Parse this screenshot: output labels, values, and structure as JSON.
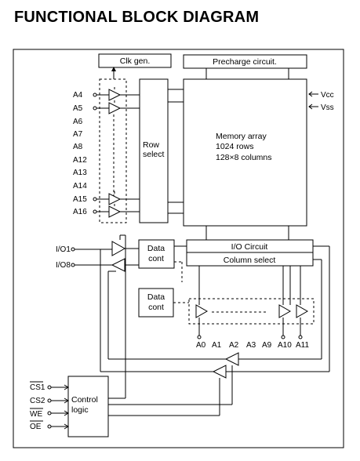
{
  "title": "FUNCTIONAL BLOCK DIAGRAM",
  "blocks": {
    "clk_gen": "Clk gen.",
    "precharge": "Precharge circuit.",
    "row_select": [
      "Row",
      "select"
    ],
    "memory_array": [
      "Memory array",
      "1024 rows",
      "128×8 columns"
    ],
    "io_circuit": "I/O Circuit",
    "column_select": "Column select",
    "data_cont_top": [
      "Data",
      "cont"
    ],
    "data_cont_bottom": [
      "Data",
      "cont"
    ],
    "control_logic": [
      "Control",
      "logic"
    ]
  },
  "supply": {
    "vcc": "Vcc",
    "vss": "Vss"
  },
  "row_address_pins": [
    "A4",
    "A5",
    "A6",
    "A7",
    "A8",
    "A12",
    "A13",
    "A14",
    "A15",
    "A16"
  ],
  "io_pins": [
    "I/O1",
    "I/O8"
  ],
  "column_address_pins": [
    "A0",
    "A1",
    "A2",
    "A3",
    "A9",
    "A10",
    "A11"
  ],
  "control_pins": [
    "CS1",
    "CS2",
    "WE",
    "OE"
  ],
  "colors": {
    "line": "#000000",
    "background": "#ffffff"
  }
}
